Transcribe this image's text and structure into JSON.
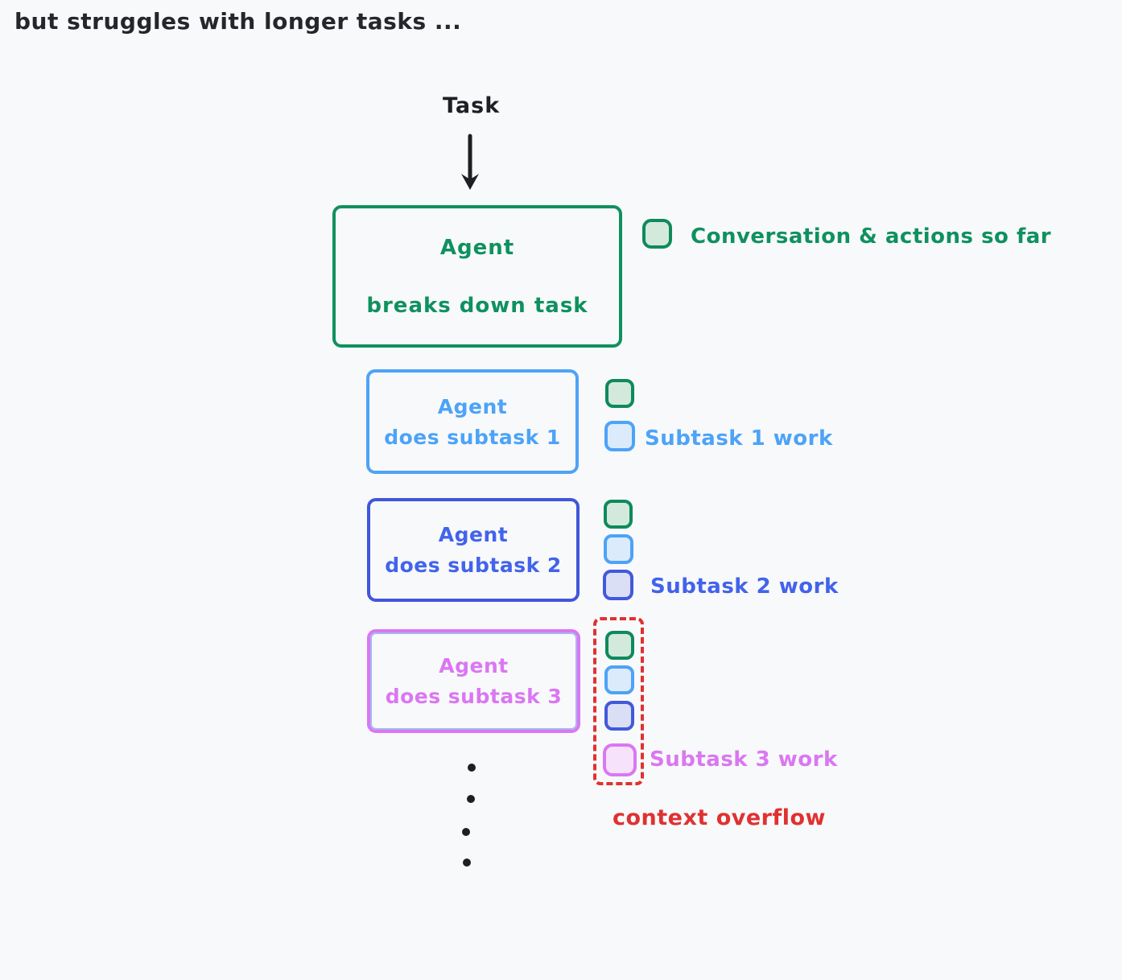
{
  "title": "but struggles with longer tasks ...",
  "task": {
    "label": "Task"
  },
  "main_agent": {
    "line1": "Agent",
    "line2": "breaks down task"
  },
  "legend_conversation": {
    "label": "Conversation & actions so far"
  },
  "subtasks": [
    {
      "line1": "Agent",
      "line2": "does subtask 1",
      "work_label": "Subtask 1 work",
      "context_chips": [
        "conversation",
        "subtask-1-work"
      ]
    },
    {
      "line1": "Agent",
      "line2": "does subtask 2",
      "work_label": "Subtask 2 work",
      "context_chips": [
        "conversation",
        "subtask-1-work",
        "subtask-2-work"
      ]
    },
    {
      "line1": "Agent",
      "line2": "does subtask 3",
      "work_label": "Subtask 3 work",
      "context_chips": [
        "conversation",
        "subtask-1-work",
        "subtask-2-work",
        "subtask-3-work"
      ]
    }
  ],
  "overflow": {
    "label": "context overflow"
  },
  "ellipsis_dots": 4,
  "colors": {
    "background": "#f8f9fa",
    "text_dark": "#25262b",
    "green": "#0f915f",
    "green_fill": "#d3e9dc",
    "sky_blue": "#4da3f7",
    "sky_fill": "#dcebfb",
    "indigo": "#4259db",
    "indigo_fill": "#dbdff6",
    "violet": "#da77f2",
    "violet_fill": "#f6e3fb",
    "red": "#e03131"
  }
}
